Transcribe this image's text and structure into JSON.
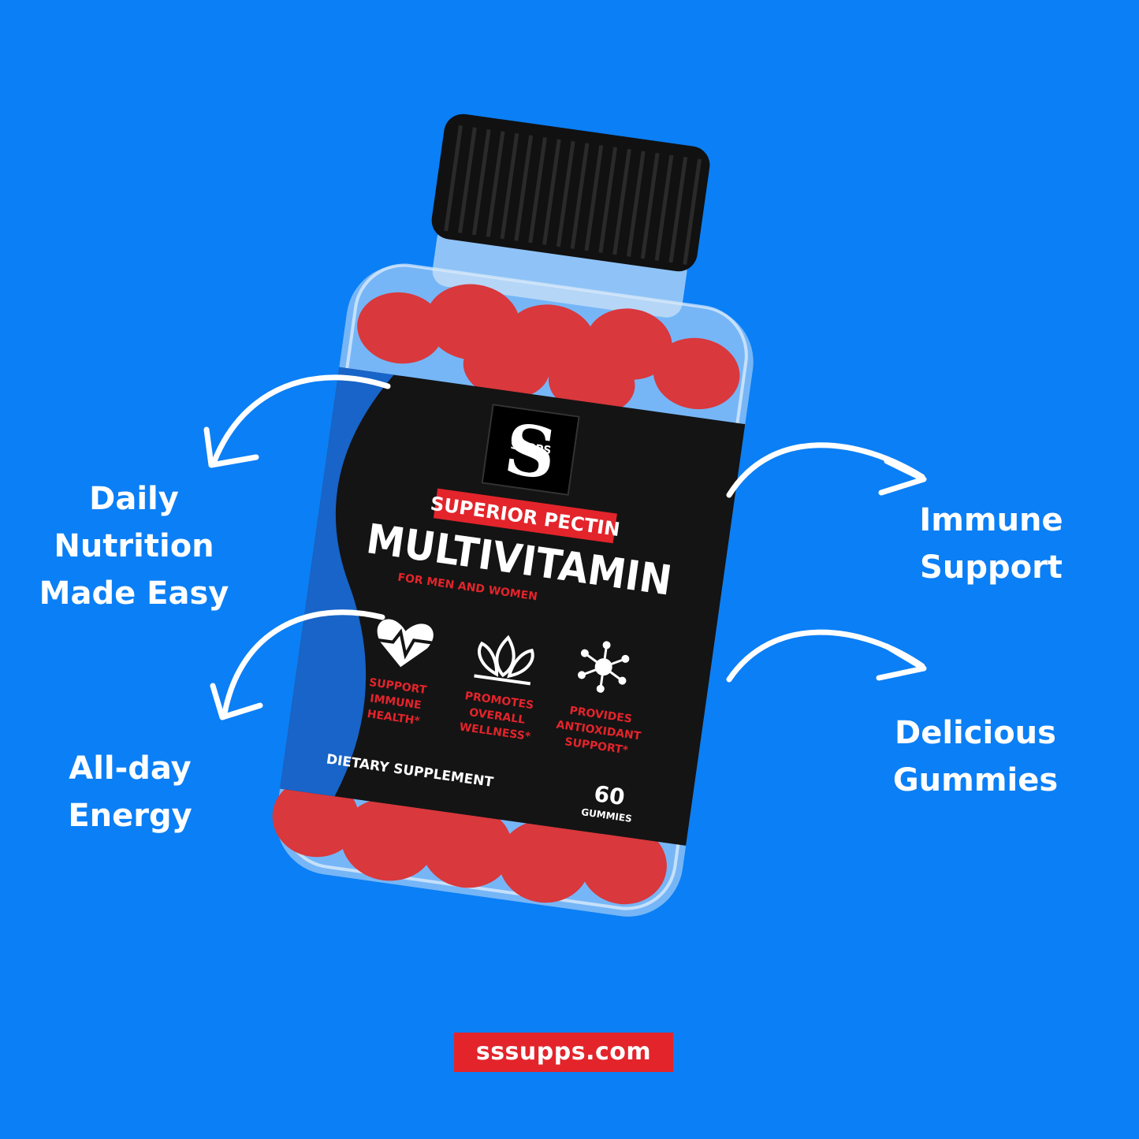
{
  "colors": {
    "background": "#0b7ff5",
    "accent_red": "#e3242b",
    "label_black": "#141414",
    "label_blue": "#1864c8",
    "gummy_red": "#d9383c",
    "text_white": "#ffffff"
  },
  "callouts": {
    "daily": "Daily\nNutrition\nMade Easy",
    "energy": "All-day\nEnergy",
    "immune": "Immune\nSupport",
    "gummies": "Delicious\nGummies"
  },
  "product": {
    "brand": "SUPPS",
    "tagline": "SUPERIOR PECTIN",
    "name": "MULTIVITAMIN",
    "audience": "FOR MEN AND WOMEN",
    "benefits": [
      {
        "icon": "heartbeat-icon",
        "line1": "SUPPORT",
        "line2": "IMMUNE",
        "line3": "HEALTH*"
      },
      {
        "icon": "lotus-icon",
        "line1": "PROMOTES",
        "line2": "OVERALL",
        "line3": "WELLNESS*"
      },
      {
        "icon": "molecule-icon",
        "line1": "PROVIDES",
        "line2": "ANTIOXIDANT",
        "line3": "SUPPORT*"
      }
    ],
    "type": "DIETARY SUPPLEMENT",
    "count": "60",
    "count_unit": "GUMMIES"
  },
  "website": "sssupps.com"
}
